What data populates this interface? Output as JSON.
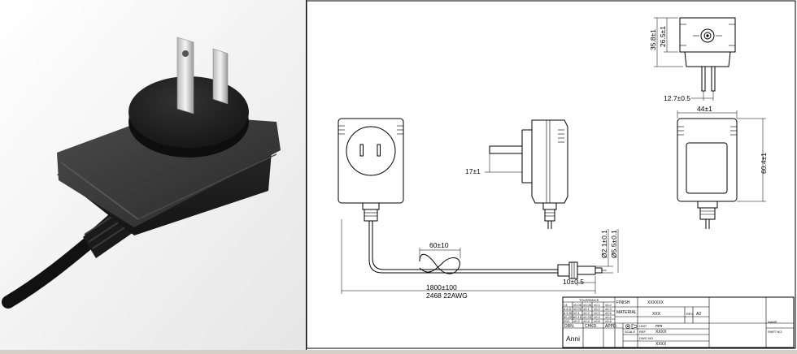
{
  "dimensions": {
    "height_total": "35.8±1",
    "height_body": "26.5±1",
    "pin_spacing": "12.7±0.5",
    "width": "44±1",
    "length": "60.4±1",
    "pin_length": "17±1",
    "coil": "60±10",
    "plug_outer": "Ø5.5±0.1",
    "plug_inner": "Ø2.1±0.1",
    "plug_tip": "10±0.5",
    "cable_length": "1800±100",
    "cable_type": "2468  22AWG"
  },
  "title_block": {
    "tolerance_label": "TOLERANCE",
    "tol_head": [
      "<4",
      "±0.05",
      "±0.06",
      "±0.1",
      "±0.2"
    ],
    "tol_row1": [
      "4-6.5",
      "±0.05",
      "±0.1",
      "±0.2",
      "±0.3"
    ],
    "tol_row2": [
      "6.5-50",
      "±0.1",
      "±0.2",
      "±0.3",
      "±0.5"
    ],
    "tol_row3": [
      "50-200",
      "±0.15",
      "±0.25",
      "±0.4",
      "±0.6"
    ],
    "tol_row4": [
      "200-",
      "±0.2",
      "±0.4",
      "±0.6",
      "±0.8"
    ],
    "finish_label": "FINISH",
    "finish_value": "XXXXXX",
    "material_label": "MATERIAL",
    "material_value": "XXX",
    "rev_label": "REV.",
    "rev_value": "A2",
    "unit_label": "UNIT",
    "unit_value": "mm",
    "scale_label": "SCALE",
    "ref_label": "REF.",
    "ref_value": "XXXX",
    "dwg_label": "DWG\nNO.",
    "dwg_value": "XXXX",
    "drn_label": "DRN.",
    "chkd_label": "CHKD.",
    "appd_label": "APPD.",
    "drawn_by": "Anni",
    "name_label": "NAME",
    "part_label": "PART\nNO."
  }
}
